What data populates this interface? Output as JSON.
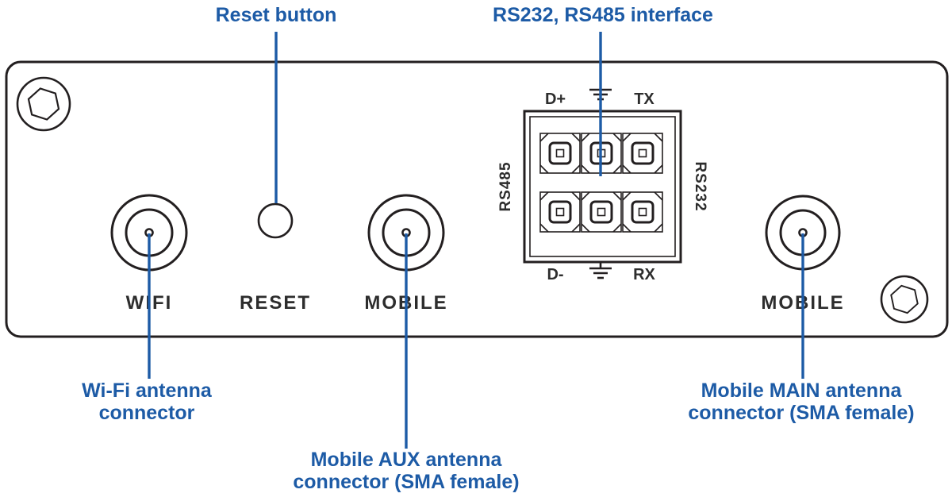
{
  "colors": {
    "outline": "#231f20",
    "label": "#2d2d2d",
    "annotation": "#1d5ba6",
    "background": "#ffffff"
  },
  "panel": {
    "port_labels": {
      "wifi": "WIFI",
      "reset": "RESET",
      "mobile_aux": "MOBILE",
      "mobile_main": "MOBILE"
    },
    "terminal": {
      "pin_top_left": "D+",
      "pin_top_right": "TX",
      "pin_bottom_left": "D-",
      "pin_bottom_right": "RX",
      "side_left": "RS485",
      "side_right": "RS232"
    }
  },
  "annotations": {
    "reset": {
      "text": "Reset button"
    },
    "serial": {
      "text": "RS232, RS485 interface"
    },
    "wifi": {
      "line1": "Wi-Fi antenna",
      "line2": "connector"
    },
    "mobile_aux": {
      "line1": "Mobile AUX antenna",
      "line2": "connector (SMA female)"
    },
    "mobile_main": {
      "line1": "Mobile MAIN antenna",
      "line2": "connector (SMA female)"
    }
  }
}
